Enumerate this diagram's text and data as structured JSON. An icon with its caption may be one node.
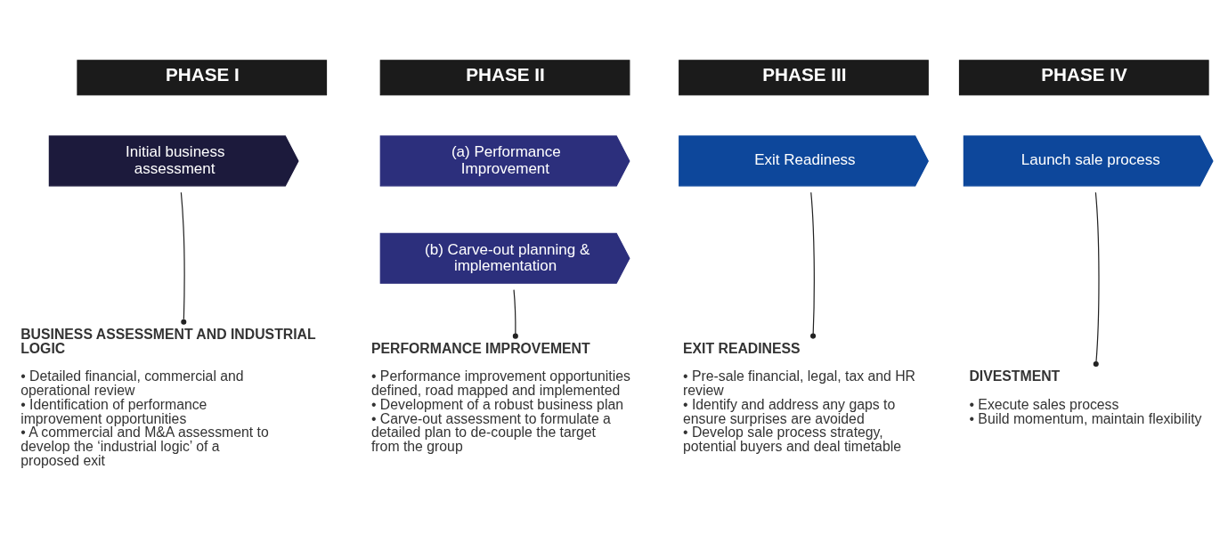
{
  "diagram": {
    "nodes": [
      {
        "text": [
          "PHASE I"
        ]
      },
      {
        "text": [
          "Initial business assessment"
        ]
      },
      {
        "text": [
          "BUSINESS ASSESSMENT AND INDUSTRIAL LOGIC",
          "• Detailed financial, commercial and operational review",
          "• Identification of performance improvement opportunities",
          "• A commercial and M&A assessment to develop the ‘industrial logic’ of a proposed exit"
        ]
      },
      {
        "text": [
          "PHASE II"
        ]
      },
      {
        "text": [
          "(a) Performance Improvement"
        ]
      },
      {
        "text": [
          "(b) Carve-out planning & implementation"
        ]
      },
      {
        "text": [
          "PERFORMANCE IMPROVEMENT",
          "• Performance improvement opportunities defined, road mapped and implemented",
          "• Development of a robust business plan",
          "• Carve-out assessment to formulate a detailed plan to de-couple the target from the group"
        ]
      },
      {
        "text": [
          "PHASE III"
        ]
      },
      {
        "text": [
          "Exit Readiness"
        ]
      },
      {
        "text": [
          "EXIT READINESS",
          "• Pre-sale financial, legal, tax and HR review",
          "• Identify and address any gaps to ensure surprises are avoided",
          "• Develop sale process strategy, potential buyers and deal timetable"
        ]
      },
      {
        "text": [
          "PHASE IV"
        ]
      },
      {
        "text": [
          "Launch sale process"
        ]
      },
      {
        "text": [
          "DIVESTMENT",
          "• Execute sales process",
          "• Build momentum, maintain flexibility"
        ]
      }
    ],
    "edges": [
      {
        "from": 1,
        "to": 2,
        "arrow": "other"
      },
      {
        "from": 5,
        "to": 6,
        "arrow": "other"
      },
      {
        "from": 8,
        "to": 9,
        "arrow": "other"
      },
      {
        "from": 11,
        "to": 12,
        "arrow": "other"
      }
    ]
  }
}
